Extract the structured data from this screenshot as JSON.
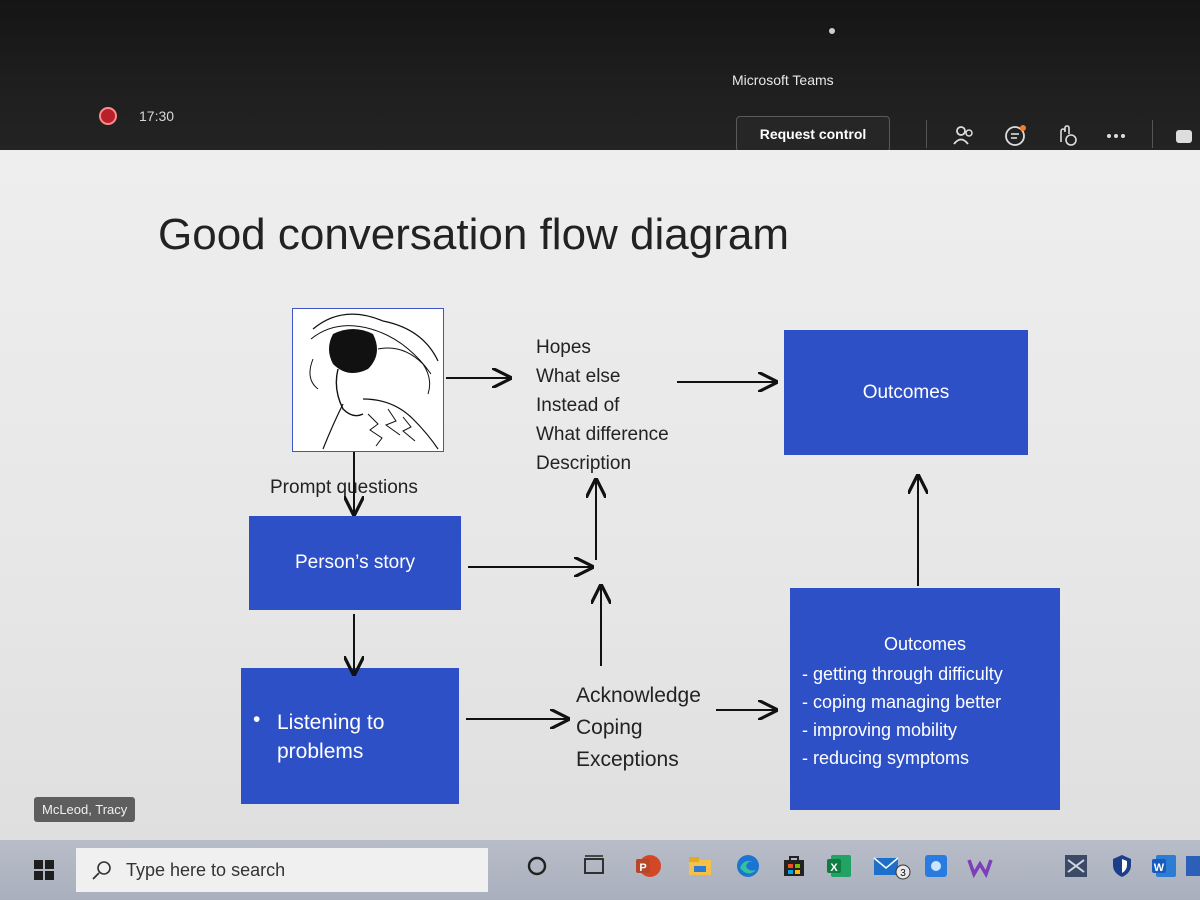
{
  "teams": {
    "app_title": "Microsoft Teams",
    "timer": "17:30",
    "request_control_label": "Request control",
    "toolbar_icons": [
      "participants-icon",
      "chat-icon",
      "reactions-icon",
      "more-icon"
    ]
  },
  "slide": {
    "title": "Good conversation flow diagram",
    "prompt_label": "Prompt questions",
    "questions": [
      "Hopes",
      "What else",
      "Instead of",
      "What difference",
      "Description"
    ],
    "story_box": "Person’s story",
    "listening_box": "Listening to problems",
    "ack_items": [
      "Acknowledge",
      "Coping",
      "Exceptions"
    ],
    "outcomes_top": "Outcomes",
    "outcomes_list_title": "Outcomes",
    "outcomes_list": [
      "- getting through difficulty",
      "- coping managing better",
      "- improving mobility",
      "- reducing symptoms"
    ]
  },
  "presenter_name": "McLeod, Tracy",
  "taskbar": {
    "search_placeholder": "Type here to search",
    "mail_badge": "3",
    "word_letter": "W",
    "excel_letter": "X",
    "ppt_letter": "P"
  },
  "colors": {
    "box_blue": "#2d50c6",
    "recording_red": "#b8202a"
  }
}
